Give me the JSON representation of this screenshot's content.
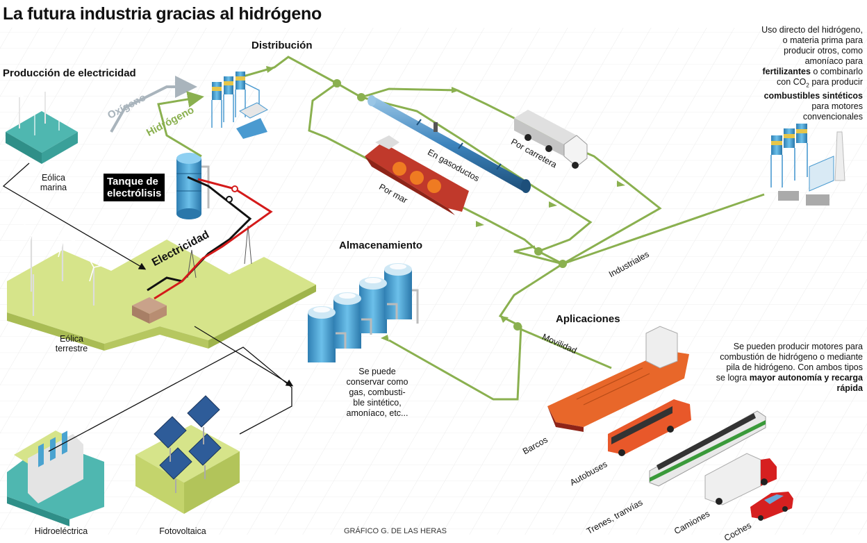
{
  "title": "La futura industria gracias al hidrógeno",
  "sections": {
    "production": "Producción de electricidad",
    "distribution": "Distribución",
    "storage": "Almacenamiento",
    "applications": "Aplicaciones"
  },
  "production": {
    "offshore_wind": "Eólica marina",
    "onshore_wind": "Eólica terrestre",
    "hydro": "Hidroeléctrica",
    "solar": "Fotovoltaica",
    "tank": [
      "Tanque de",
      "electrólisis"
    ],
    "electricity": "Electricidad",
    "oxygen": "Oxígeno",
    "hydrogen": "Hidrógeno"
  },
  "distribution": {
    "pipeline": "En gasoductos",
    "road": "Por carretera",
    "sea": "Por mar",
    "industrial": "Industriales"
  },
  "storage": {
    "note": [
      "Se puede",
      "conservar como",
      "gas, combusti-",
      "ble sintético,",
      "amoníaco, etc..."
    ]
  },
  "applications": {
    "mobility": "Movilidad",
    "ships": "Barcos",
    "buses": "Autobuses",
    "trains": "Trenes, tranvías",
    "trucks": "Camiones",
    "cars": "Coches",
    "mobility_note": {
      "text": "Se pueden producir motores para combustión de hidrógeno o mediante pila de hidrógeno. Con ambos tipos se logra",
      "bold": "mayor autonomía y recarga rápida"
    }
  },
  "industry_note": {
    "p1": "Uso directo del hidrógeno, o materia prima para producir otros, como amoníaco para",
    "b1": "fertilizantes",
    "p2": "o combinarlo con CO",
    "sub": "2",
    "p3": "para producir",
    "b2": "combustibles sintéticos",
    "p4": "para motores convencionales"
  },
  "credit": "GRÁFICO G. DE LAS HERAS",
  "colors": {
    "green_line": "#8ab04f",
    "black_line": "#111111",
    "red_line": "#d41a1a",
    "grey_line": "#a9b4bc",
    "blue_tank": "#4ba3d6",
    "ground": "#d6e48a",
    "orange": "#e8672a"
  }
}
